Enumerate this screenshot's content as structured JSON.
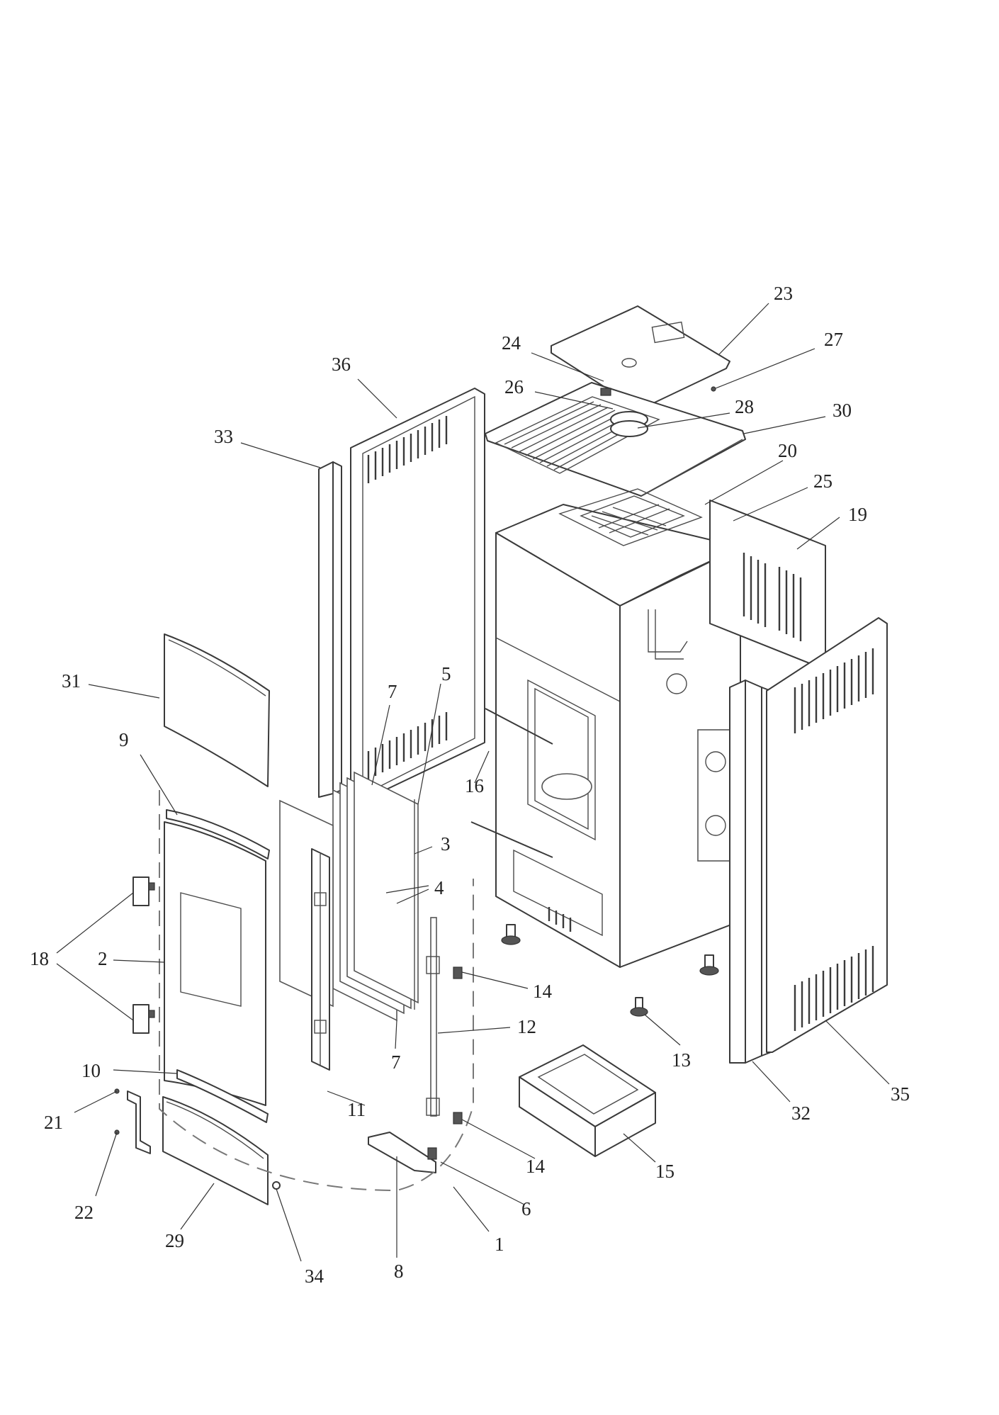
{
  "diagram": {
    "callouts": [
      {
        "id": "1",
        "text": "1"
      },
      {
        "id": "2",
        "text": "2"
      },
      {
        "id": "3",
        "text": "3"
      },
      {
        "id": "4",
        "text": "4"
      },
      {
        "id": "5",
        "text": "5"
      },
      {
        "id": "6",
        "text": "6"
      },
      {
        "id": "7a",
        "text": "7"
      },
      {
        "id": "7b",
        "text": "7"
      },
      {
        "id": "8",
        "text": "8"
      },
      {
        "id": "9",
        "text": "9"
      },
      {
        "id": "10",
        "text": "10"
      },
      {
        "id": "11",
        "text": "11"
      },
      {
        "id": "12",
        "text": "12"
      },
      {
        "id": "13",
        "text": "13"
      },
      {
        "id": "14a",
        "text": "14"
      },
      {
        "id": "14b",
        "text": "14"
      },
      {
        "id": "15",
        "text": "15"
      },
      {
        "id": "16",
        "text": "16"
      },
      {
        "id": "18",
        "text": "18"
      },
      {
        "id": "19",
        "text": "19"
      },
      {
        "id": "20",
        "text": "20"
      },
      {
        "id": "21",
        "text": "21"
      },
      {
        "id": "22",
        "text": "22"
      },
      {
        "id": "23",
        "text": "23"
      },
      {
        "id": "24",
        "text": "24"
      },
      {
        "id": "25",
        "text": "25"
      },
      {
        "id": "26",
        "text": "26"
      },
      {
        "id": "27",
        "text": "27"
      },
      {
        "id": "28",
        "text": "28"
      },
      {
        "id": "29",
        "text": "29"
      },
      {
        "id": "30",
        "text": "30"
      },
      {
        "id": "31",
        "text": "31"
      },
      {
        "id": "32",
        "text": "32"
      },
      {
        "id": "33",
        "text": "33"
      },
      {
        "id": "34",
        "text": "34"
      },
      {
        "id": "35",
        "text": "35"
      },
      {
        "id": "36",
        "text": "36"
      }
    ]
  }
}
